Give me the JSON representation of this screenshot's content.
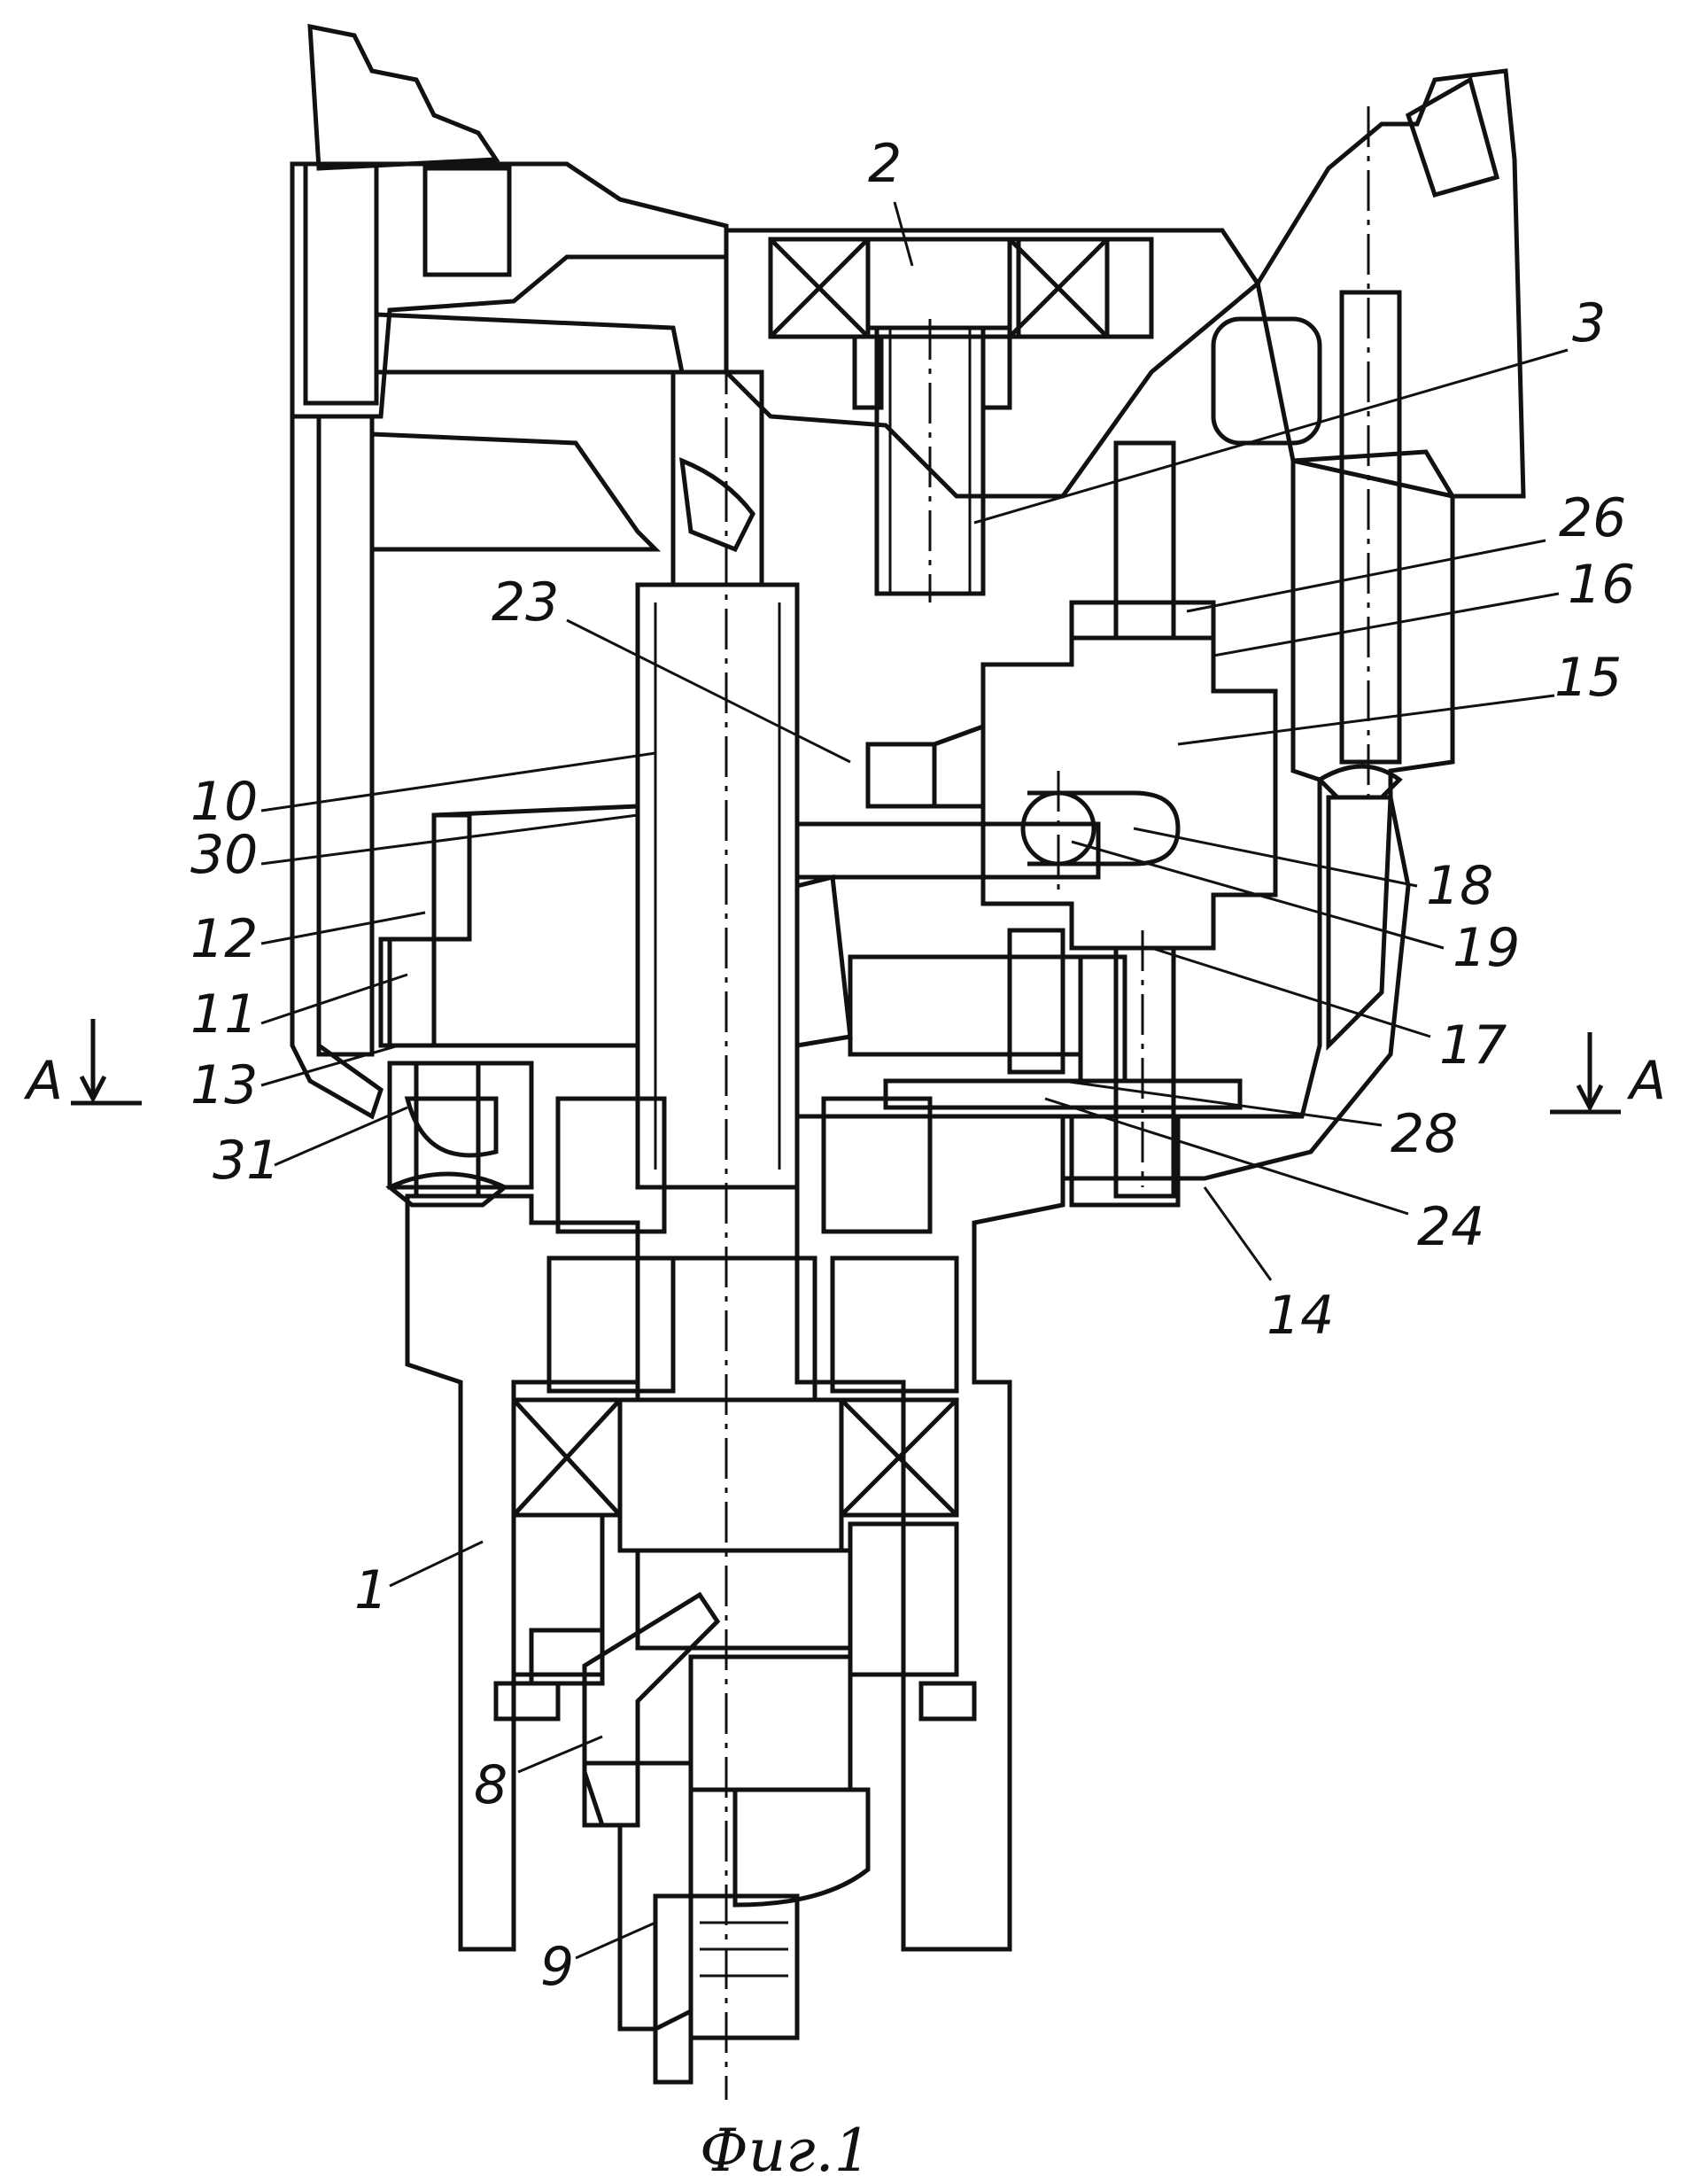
{
  "caption": "Фиг.1",
  "section_mark": "A",
  "labels": {
    "l1": "1",
    "l2": "2",
    "l3": "3",
    "l8": "8",
    "l9": "9",
    "l10": "10",
    "l11": "11",
    "l12": "12",
    "l13": "13",
    "l14": "14",
    "l15": "15",
    "l16": "16",
    "l17": "17",
    "l18": "18",
    "l19": "19",
    "l23": "23",
    "l24": "24",
    "l26": "26",
    "l28": "28",
    "l30": "30",
    "l31": "31"
  }
}
